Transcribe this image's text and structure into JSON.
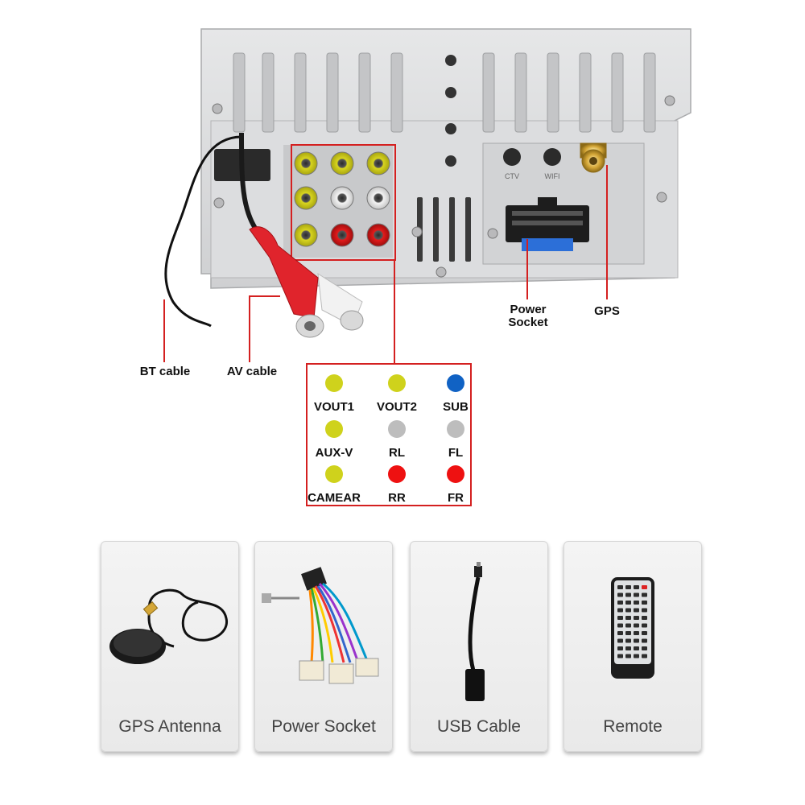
{
  "callouts": {
    "bt_cable": "BT cable",
    "av_cable": "AV cable",
    "power_socket": "Power Socket",
    "gps": "GPS"
  },
  "panel_marks": {
    "ctv": "CTV",
    "wifi": "WIFI"
  },
  "legend": {
    "rows": [
      [
        {
          "label": "VOUT1",
          "color": "#cfd21c"
        },
        {
          "label": "VOUT2",
          "color": "#cfd21c"
        },
        {
          "label": "SUB",
          "color": "#1062c4"
        }
      ],
      [
        {
          "label": "AUX-V",
          "color": "#cfd21c"
        },
        {
          "label": "RL",
          "color": "#bdbdbd"
        },
        {
          "label": "FL",
          "color": "#bdbdbd"
        }
      ],
      [
        {
          "label": "CAMEAR",
          "color": "#cfd21c"
        },
        {
          "label": "RR",
          "color": "#ee1111"
        },
        {
          "label": "FR",
          "color": "#ee1111"
        }
      ]
    ]
  },
  "accessories": [
    {
      "label": "GPS Antenna",
      "icon": "gps-antenna-icon"
    },
    {
      "label": "Power Socket",
      "icon": "power-harness-icon"
    },
    {
      "label": "USB Cable",
      "icon": "usb-cable-icon"
    },
    {
      "label": "Remote",
      "icon": "remote-control-icon"
    }
  ],
  "colors": {
    "callout_red": "#d42020",
    "panel_silver": "#d9dadb"
  }
}
